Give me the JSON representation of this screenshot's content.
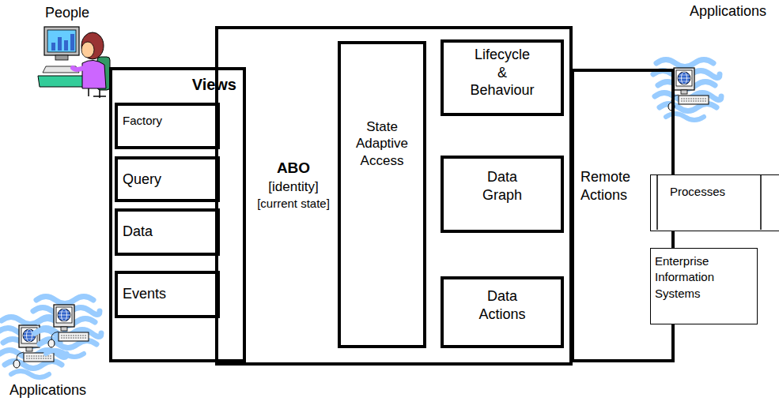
{
  "diagram": {
    "nodes": [
      {
        "text": [
          "ABO",
          "[identity]",
          "[current state]"
        ]
      },
      {
        "text": [
          "Views"
        ],
        "in": 0
      },
      {
        "text": [
          "Factory"
        ],
        "in": 1
      },
      {
        "text": [
          "Query"
        ],
        "in": 1
      },
      {
        "text": [
          "Data"
        ],
        "in": 1
      },
      {
        "text": [
          "Events"
        ],
        "in": 1
      },
      {
        "text": [
          "State Adaptive Access"
        ],
        "in": 0
      },
      {
        "text": [
          "Lifecycle & Behaviour"
        ],
        "in": 0
      },
      {
        "text": [
          "Data Graph"
        ],
        "in": 0
      },
      {
        "text": [
          "Data Actions"
        ],
        "in": 0
      },
      {
        "text": [
          "Remote Actions"
        ],
        "in": 0
      },
      {
        "text": [
          "Processes"
        ]
      },
      {
        "text": [
          "Enterprise Information Systems"
        ]
      }
    ],
    "labels": [
      "People",
      "Applications",
      "Applications"
    ]
  }
}
